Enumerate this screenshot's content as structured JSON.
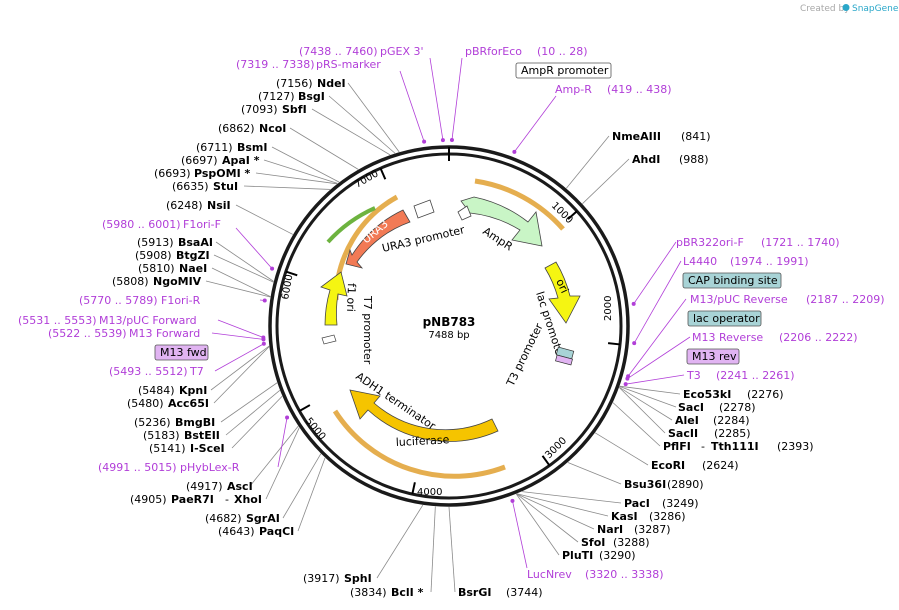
{
  "watermark": {
    "prefix": "Created by",
    "brand": "SnapGene"
  },
  "plasmid": {
    "name": "pNB783",
    "size": "7488 bp"
  },
  "ticks": [
    "1000",
    "2000",
    "3000",
    "4000",
    "5000",
    "6000",
    "7000"
  ],
  "features": {
    "ampr_promoter": "AmpR promoter",
    "ampr": "AmpR",
    "ori": "ori",
    "lac_promoter": "lac promoter",
    "t3_promoter": "T3 promoter",
    "luciferase": "luciferase",
    "adh1_terminator": "ADH1 terminator",
    "t7_promoter": "T7 promoter",
    "f1_ori": "f1 ori",
    "ura3": "URA3",
    "ura3_promoter": "URA3 promoter",
    "cap_binding_site": "CAP binding site",
    "lac_operator": "lac operator",
    "m13_rev": "M13 rev",
    "m13_fwd": "M13 fwd"
  },
  "sites": {
    "nmeaiii": {
      "name": "NmeAIII",
      "pos": "(841)"
    },
    "ahdi": {
      "name": "AhdI",
      "pos": "(988)"
    },
    "eco53ki": {
      "name": "Eco53kI",
      "pos": "(2276)"
    },
    "saci": {
      "name": "SacI",
      "pos": "(2278)"
    },
    "alei": {
      "name": "AleI",
      "pos": "(2284)"
    },
    "sacii": {
      "name": "SacII",
      "pos": "(2285)"
    },
    "pflfi": {
      "name": "PflFI",
      "sep": "-",
      "name2": "Tth111I",
      "pos": "(2393)"
    },
    "ecori": {
      "name": "EcoRI",
      "pos": "(2624)"
    },
    "bsu36i": {
      "name": "Bsu36I",
      "pos": "(2890)"
    },
    "paci": {
      "name": "PacI",
      "pos": "(3249)"
    },
    "kasi": {
      "name": "KasI",
      "pos": "(3286)"
    },
    "nari": {
      "name": "NarI",
      "pos": "(3287)"
    },
    "sfoi": {
      "name": "SfoI",
      "pos": "(3288)"
    },
    "pluti": {
      "name": "PluTI",
      "pos": "(3290)"
    },
    "bsrgi": {
      "name": "BsrGI",
      "pos": "(3744)"
    },
    "bcli": {
      "name": "BclI *",
      "pos": "(3834)"
    },
    "sphi": {
      "name": "SphI",
      "pos": "(3917)"
    },
    "paqci": {
      "name": "PaqCI",
      "pos": "(4643)"
    },
    "sgrai": {
      "name": "SgrAI",
      "pos": "(4682)"
    },
    "paer7i": {
      "name": "PaeR7I",
      "sep": "-",
      "name2": "XhoI",
      "pos": "(4905)"
    },
    "asci": {
      "name": "AscI",
      "pos": "(4917)"
    },
    "iscei": {
      "name": "I-SceI",
      "pos": "(5141)"
    },
    "bsteii": {
      "name": "BstEII",
      "pos": "(5183)"
    },
    "bmgbi": {
      "name": "BmgBI",
      "pos": "(5236)"
    },
    "acc65i": {
      "name": "Acc65I",
      "pos": "(5480)"
    },
    "kpni": {
      "name": "KpnI",
      "pos": "(5484)"
    },
    "ngomiv": {
      "name": "NgoMIV",
      "pos": "(5808)"
    },
    "naei": {
      "name": "NaeI",
      "pos": "(5810)"
    },
    "btgzi": {
      "name": "BtgZI",
      "pos": "(5908)"
    },
    "bsaai": {
      "name": "BsaAI",
      "pos": "(5913)"
    },
    "nsii": {
      "name": "NsiI",
      "pos": "(6248)"
    },
    "stui": {
      "name": "StuI",
      "pos": "(6635)"
    },
    "pspomi": {
      "name": "PspOMI *",
      "pos": "(6693)"
    },
    "apai": {
      "name": "ApaI *",
      "pos": "(6697)"
    },
    "bsmi": {
      "name": "BsmI",
      "pos": "(6711)"
    },
    "ncoi": {
      "name": "NcoI",
      "pos": "(6862)"
    },
    "sbfi": {
      "name": "SbfI",
      "pos": "(7093)"
    },
    "bsgi": {
      "name": "BsgI",
      "pos": "(7127)"
    },
    "ndei": {
      "name": "NdeI",
      "pos": "(7156)"
    }
  },
  "primers": {
    "pgex3": {
      "range": "(7438 .. 7460)",
      "name": "pGEX 3'"
    },
    "pbrforeco": {
      "name": "pBRforEco",
      "range": "(10 .. 28)"
    },
    "prs_marker": {
      "range": "(7319 .. 7338)",
      "name": "pRS-marker"
    },
    "amp_r": {
      "name": "Amp-R",
      "range": "(419 .. 438)"
    },
    "pbr322ori_f": {
      "name": "pBR322ori-F",
      "range": "(1721 .. 1740)"
    },
    "l4440": {
      "name": "L4440",
      "range": "(1974 .. 1991)"
    },
    "m13_puc_reverse": {
      "name": "M13/pUC Reverse",
      "range": "(2187 .. 2209)"
    },
    "m13_reverse": {
      "name": "M13 Reverse",
      "range": "(2206 .. 2222)"
    },
    "t3": {
      "name": "T3",
      "range": "(2241 .. 2261)"
    },
    "lucnrev": {
      "name": "LucNrev",
      "range": "(3320 .. 3338)"
    },
    "phyblex_r": {
      "range": "(4991 .. 5015)",
      "name": "pHybLex-R"
    },
    "t7": {
      "range": "(5493 .. 5512)",
      "name": "T7"
    },
    "m13_forward": {
      "range": "(5522 .. 5539)",
      "name": "M13 Forward"
    },
    "m13_puc_forward": {
      "range": "(5531 .. 5553)",
      "name": "M13/pUC Forward"
    },
    "f1ori_r": {
      "range": "(5770 .. 5789)",
      "name": "F1ori-R"
    },
    "f1ori_f": {
      "range": "(5980 .. 6001)",
      "name": "F1ori-F"
    }
  },
  "colors": {
    "primer": "#b13ed8",
    "ampr_arrow": "#c9f5c6",
    "ori_arrow": "#f5f512",
    "luciferase_arrow": "#f5c400",
    "ura3_arrow": "#f27a55",
    "f1ori_arrow": "#f5f512",
    "orf_track": "#e0a030",
    "green_orf": "#6db33f",
    "cap_box": "#a8d3d6",
    "m13_box": "#e1b4f2"
  }
}
